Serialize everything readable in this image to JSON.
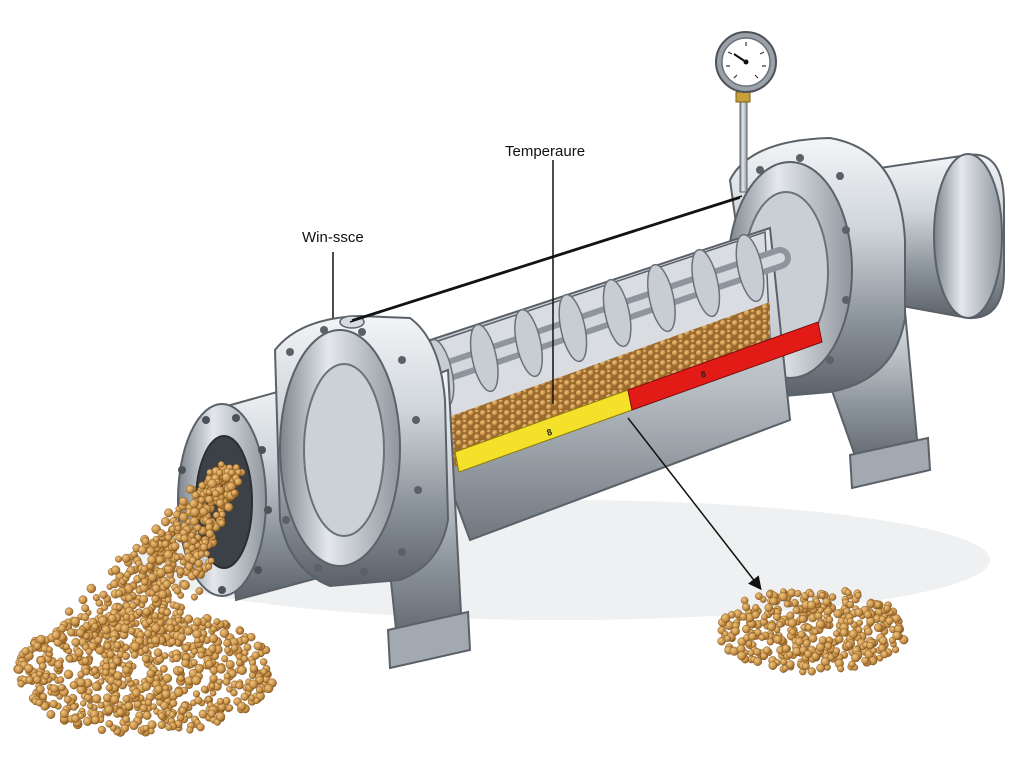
{
  "diagram": {
    "labels": {
      "left_callout": "Win-ssce",
      "top_callout": "Temperaure"
    },
    "zone_marks": {
      "yellow_zone": "8",
      "red_zone": "8"
    },
    "colors": {
      "background": "#ffffff",
      "steel_light": "#e9edf1",
      "steel_mid": "#aab2ba",
      "steel_dark": "#5e656c",
      "grain": "#c8934a",
      "grain_dark": "#8a5a22",
      "zone_yellow": "#f5e12a",
      "zone_red": "#e31b16",
      "leader_line": "#111111"
    },
    "icons": {
      "gauge": "pressure-gauge-icon",
      "arrow": "arrow-down-right-icon"
    }
  }
}
